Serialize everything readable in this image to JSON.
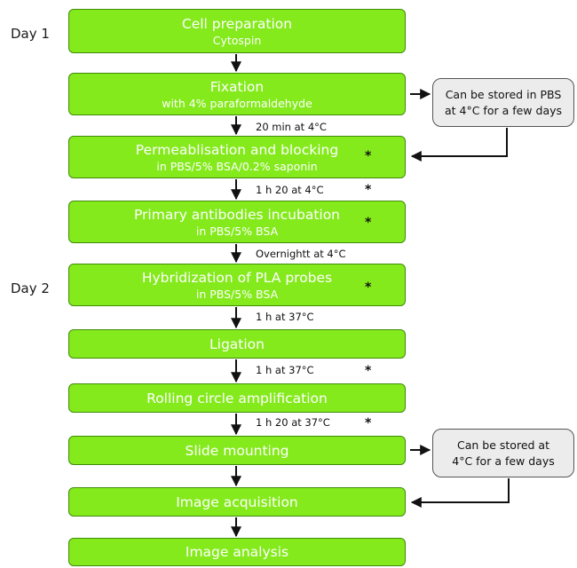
{
  "days": [
    "Day 1",
    "Day 2"
  ],
  "steps": [
    {
      "title": "Cell preparation",
      "sub": "Cytospin"
    },
    {
      "title": "Fixation",
      "sub": "with 4% paraformaldehyde"
    },
    {
      "title": "Permeablisation and blocking",
      "sub": "in PBS/5% BSA/0.2% saponin"
    },
    {
      "title": "Primary antibodies incubation",
      "sub": "in PBS/5% BSA"
    },
    {
      "title": "Hybridization of PLA probes",
      "sub": "in PBS/5% BSA"
    },
    {
      "title": "Ligation",
      "sub": ""
    },
    {
      "title": "Rolling circle amplification",
      "sub": ""
    },
    {
      "title": "Slide mounting",
      "sub": ""
    },
    {
      "title": "Image acquisition",
      "sub": ""
    },
    {
      "title": "Image analysis",
      "sub": ""
    }
  ],
  "conditions": [
    "20 min at 4°C",
    "1 h 20 at 4°C",
    "Overnightt at 4°C",
    "1 h at 37°C",
    "1 h at 37°C",
    "1 h 20 at 37°C"
  ],
  "side_notes": [
    {
      "line1": "Can be stored in PBS",
      "line2": "at 4°C for a few days"
    },
    {
      "line1": "Can be stored at",
      "line2": "4°C for a few days"
    }
  ],
  "star_symbol": "*",
  "colors": {
    "step_fill": "#84ea1c",
    "step_border": "#3f8c0a",
    "note_fill": "#ececec"
  }
}
